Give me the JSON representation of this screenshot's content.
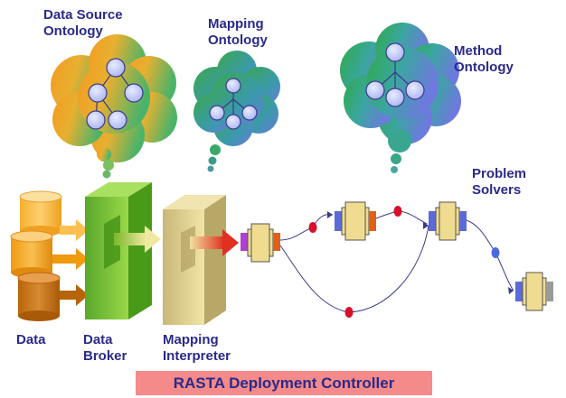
{
  "ontologies": {
    "data_source": "Data Source\nOntology",
    "mapping": "Mapping\nOntology",
    "method": "Method\nOntology"
  },
  "components": {
    "problem_solvers": "Problem\nSolvers",
    "data": "Data",
    "data_broker": "Data\nBroker",
    "mapping_interpreter": "Mapping\nInterpreter"
  },
  "footer": {
    "controller": "RASTA Deployment Controller"
  },
  "colors": {
    "label_text": "#3a3a9a",
    "footer_bar": "#f58a8a",
    "footer_text": "#2a2a8a",
    "broker_green": "#6fbf2a",
    "interpreter_tan": "#d8c98a",
    "module_body": "#f0dc90",
    "port_blue": "#5a6ad8",
    "port_orange": "#e0601a",
    "port_purple": "#b040d0",
    "port_gray": "#9a9a9a",
    "connector_red": "#d8102a",
    "connector_blue": "#4a6ae0"
  }
}
